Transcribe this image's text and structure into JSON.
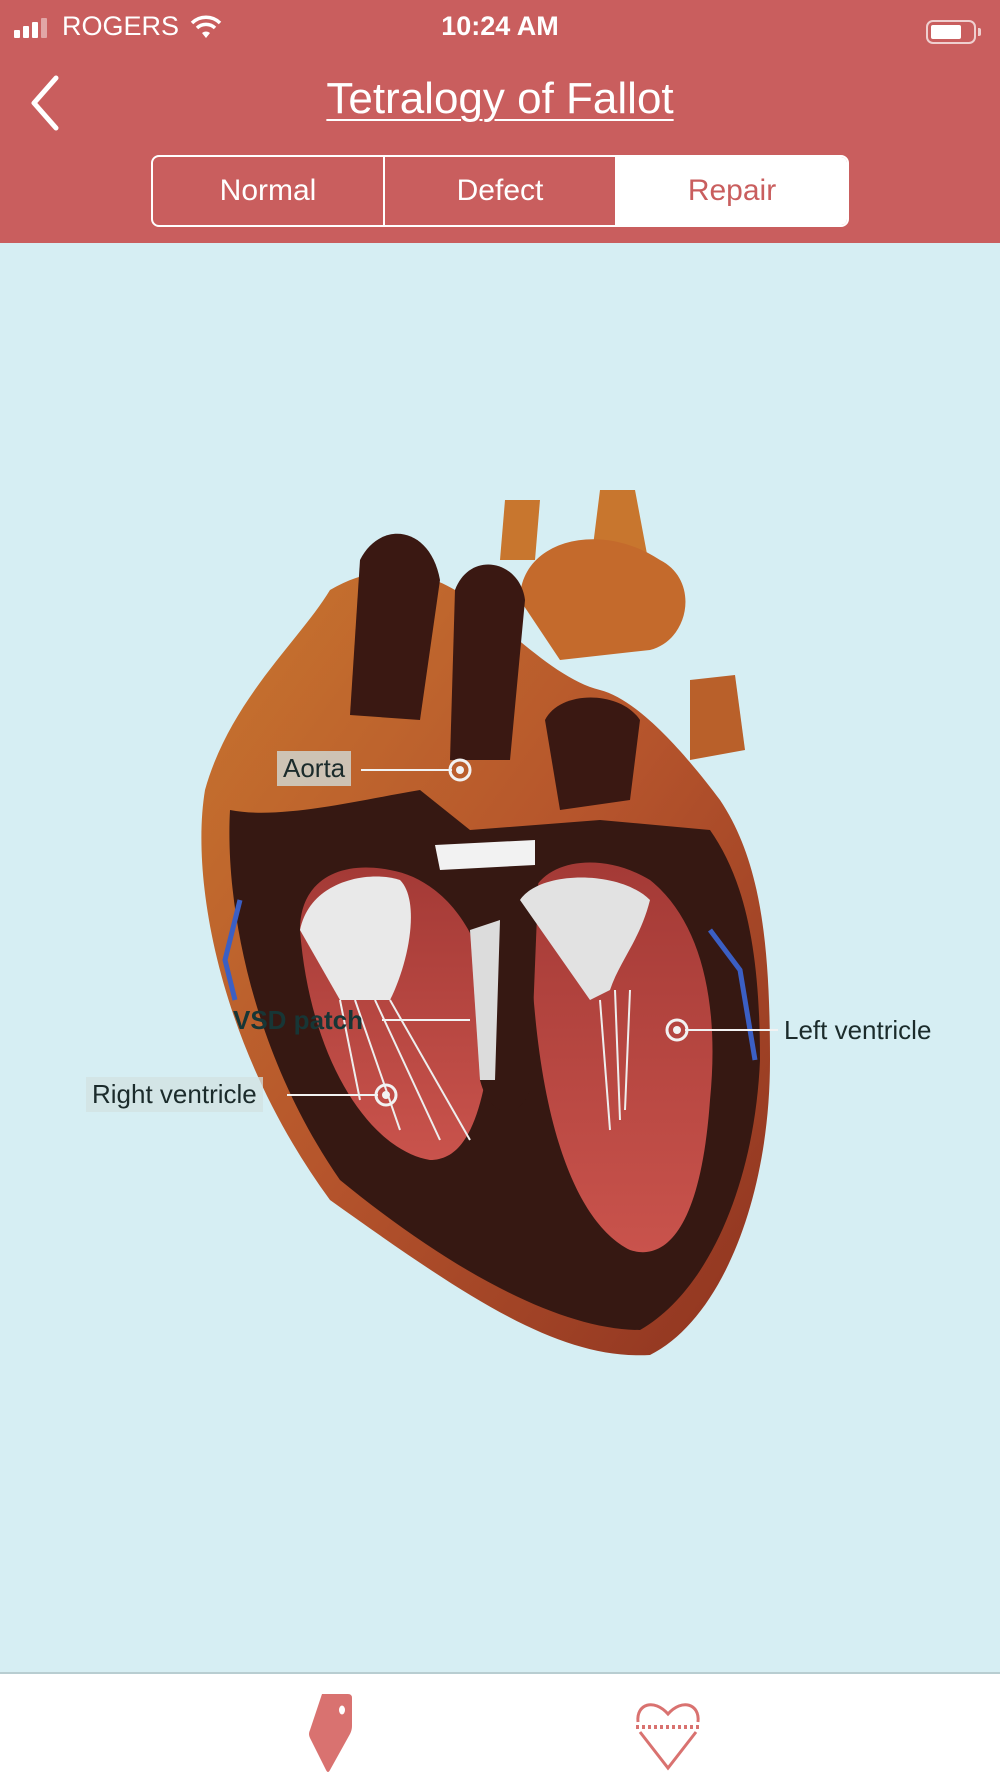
{
  "status_bar": {
    "carrier": "ROGERS",
    "time": "10:24 AM"
  },
  "header": {
    "title": "Tetralogy of Fallot",
    "back_icon": "chevron-left-icon"
  },
  "segments": [
    {
      "label": "Normal",
      "active": false
    },
    {
      "label": "Defect",
      "active": false
    },
    {
      "label": "Repair",
      "active": true
    }
  ],
  "labels": {
    "aorta": "Aorta",
    "vsd_patch": "VSD patch",
    "right_ventricle": "Right ventricle",
    "left_ventricle": "Left ventricle"
  },
  "tabbar": {
    "icons": [
      "tag-icon",
      "heart-icon"
    ]
  },
  "colors": {
    "brand": "#C95E5E",
    "background": "#D6EEF3",
    "tab_icon": "#D97270"
  }
}
